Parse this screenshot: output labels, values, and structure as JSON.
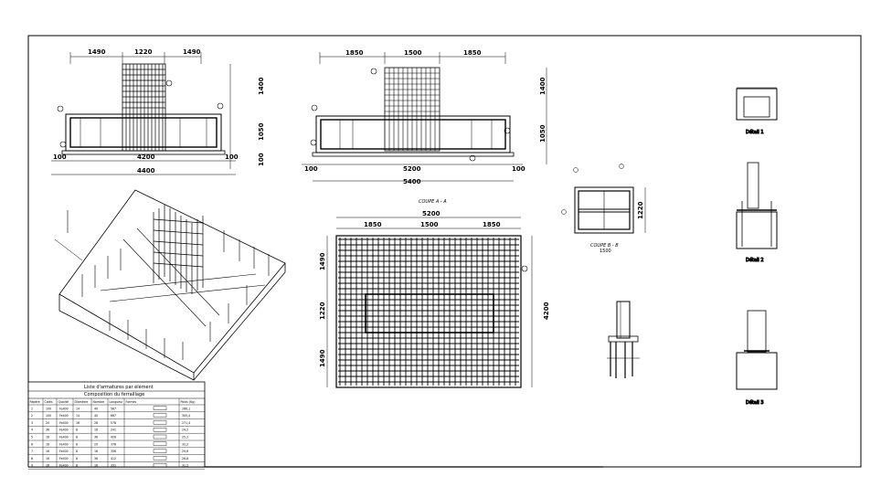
{
  "elevation_left": {
    "top_dims": [
      "1490",
      "1220",
      "1490"
    ],
    "right_dims": [
      "1400",
      "1050",
      "100"
    ],
    "bottom_dims": [
      "100",
      "4200",
      "100"
    ],
    "total": "4400"
  },
  "elevation_mid": {
    "top_dims": [
      "1850",
      "1500",
      "1850"
    ],
    "right_dims": [
      "1400",
      "1050"
    ],
    "bottom_dims": [
      "100",
      "5200",
      "100"
    ],
    "total": "5400"
  },
  "plan": {
    "section_label": "COUPE A - A",
    "top_total": "5200",
    "top_dims": [
      "1850",
      "1500",
      "1850"
    ],
    "left_dims": [
      "1490",
      "1220",
      "1490"
    ],
    "right_total": "4200"
  },
  "section_small": {
    "label": "COUPE B - B",
    "width": "1500",
    "height": "1220"
  },
  "details": {
    "d1": "Détail 1",
    "d2": "Détail 2",
    "d3": "Détail 3"
  },
  "table": {
    "title": "Liste d'armatures par élément",
    "subtitle": "Composition du ferraillage",
    "headers": [
      "Repère",
      "Cotés",
      "Qualité",
      "Diamètre",
      "Nombre",
      "Longueur",
      "Formes",
      "Poids (Kg)"
    ],
    "rows": [
      [
        "1",
        "100",
        "Fe400",
        "14",
        "40",
        "567",
        "",
        "266,1"
      ],
      [
        "2",
        "100",
        "Fe400",
        "14",
        "40",
        "667",
        "",
        "305,4"
      ],
      [
        "3",
        "20",
        "Fe400",
        "16",
        "28",
        "578",
        "",
        "271,4"
      ],
      [
        "4",
        "36",
        "Fe400",
        "8",
        "16",
        "241",
        "",
        "24,2"
      ],
      [
        "5",
        "16",
        "Fe400",
        "8",
        "36",
        "426",
        "",
        "25,2"
      ],
      [
        "6",
        "16",
        "Fe400",
        "8",
        "20",
        "378",
        "",
        "32,2"
      ],
      [
        "7",
        "16",
        "Fe400",
        "8",
        "16",
        "356",
        "",
        "29,6"
      ],
      [
        "8",
        "16",
        "Fe400",
        "8",
        "36",
        "412",
        "",
        "26,8"
      ],
      [
        "9",
        "16",
        "Fe400",
        "8",
        "16",
        "331",
        "",
        "31,2"
      ]
    ]
  }
}
